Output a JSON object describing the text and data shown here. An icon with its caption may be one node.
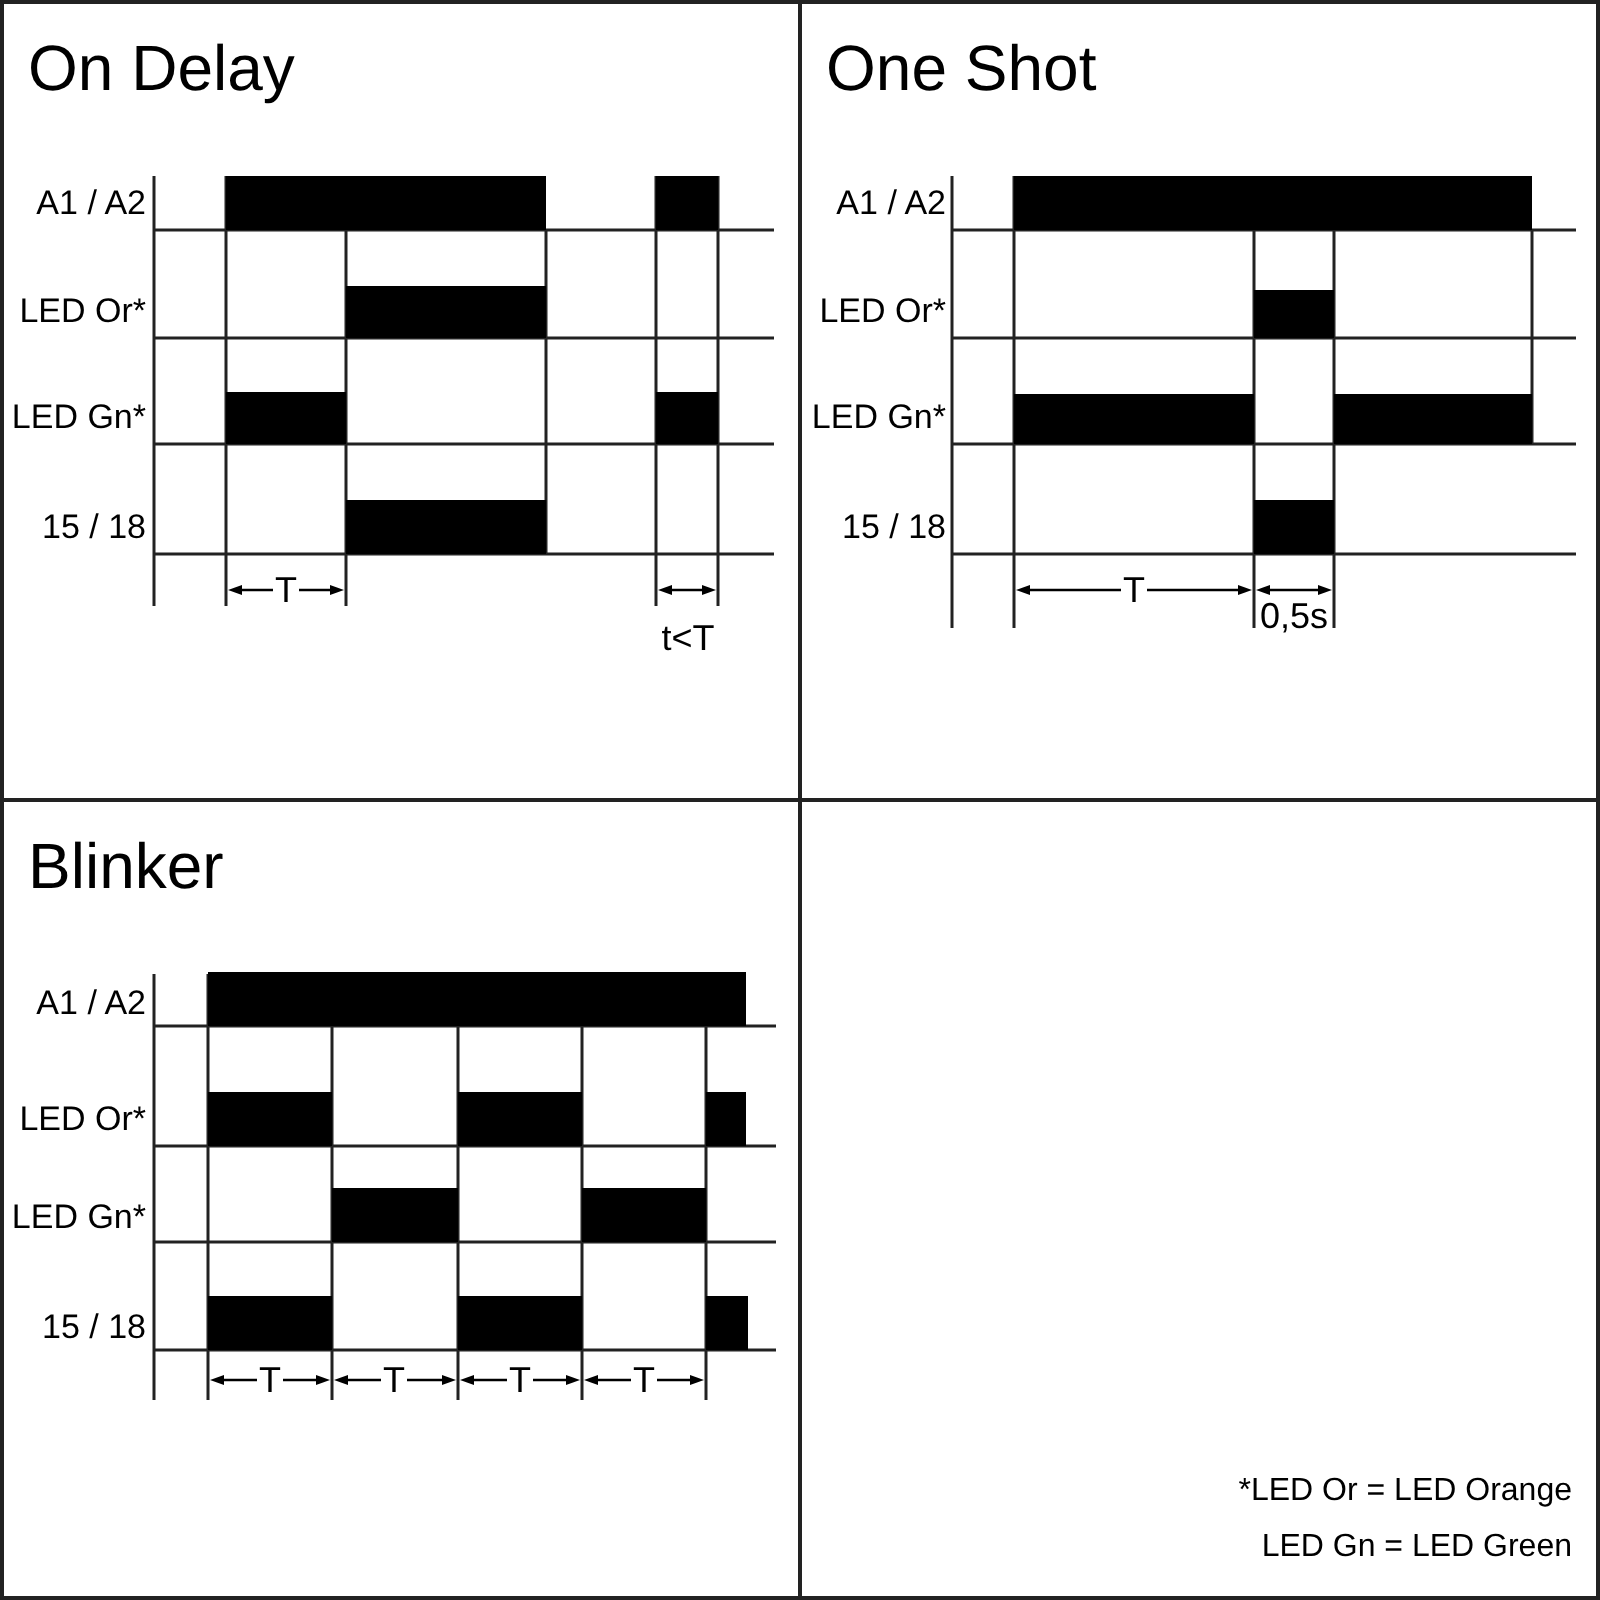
{
  "diagram": {
    "nodes": [
      {
        "text": [
          "On Delay"
        ]
      },
      {
        "text": [
          "One Shot"
        ]
      },
      {
        "text": [
          "Blinker"
        ]
      },
      {
        "text": [],
        "shape": "box"
      }
    ],
    "labels": [
      "A1 / A2",
      "LED Or*",
      "LED Gn*",
      "15 / 18",
      "T",
      "t<T",
      "A1 / A2",
      "LED Or*",
      "LED Gn*",
      "15 / 18",
      "T",
      "0,5s",
      "A1 / A2",
      "LED Or*",
      "LED Gn*",
      "15 / 18",
      "T",
      "T",
      "T",
      "T",
      "*LED Or = LED Orange",
      "LED Gn = LED Green"
    ]
  }
}
